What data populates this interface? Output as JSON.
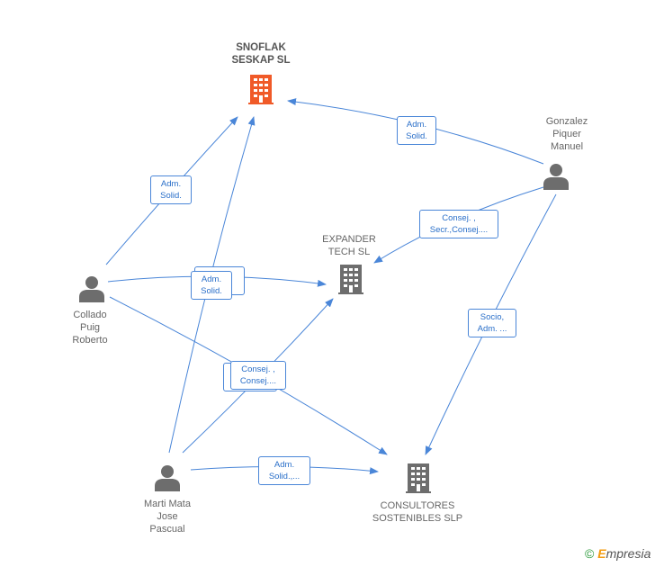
{
  "colors": {
    "edge": "#4a86d8",
    "main_company": "#f05a28",
    "company": "#6d6d6d",
    "person": "#6d6d6d"
  },
  "nodes": {
    "snoflak": [
      "SNOFLAK",
      "SESKAP SL"
    ],
    "expander": [
      "EXPANDER",
      "TECH SL"
    ],
    "consultores": [
      "CONSULTORES",
      "SOSTENIBLES SLP"
    ],
    "gonzalez": [
      "Gonzalez",
      "Piquer",
      "Manuel"
    ],
    "collado": [
      "Collado",
      "Puig",
      "Roberto"
    ],
    "marti": [
      "Marti Mata",
      "Jose",
      "Pascual"
    ]
  },
  "edge_labels": {
    "gonzalez_snoflak": [
      "Adm.",
      "Solid."
    ],
    "gonzalez_expander": [
      "Consej. ,",
      "Secr.,Consej...."
    ],
    "gonzalez_consultores": [
      "Socio,",
      "Adm. ..."
    ],
    "collado_snoflak": [
      "Adm.",
      "Solid."
    ],
    "collado_expander": [
      "Adm.",
      "Solid."
    ],
    "marti_cons_expander": [
      "Consej. ,",
      "Consej...."
    ],
    "marti_consultores": [
      "Adm.",
      "Solid.,..."
    ]
  },
  "brand": {
    "copyright": "©",
    "e": "E",
    "rest": "mpresia"
  }
}
